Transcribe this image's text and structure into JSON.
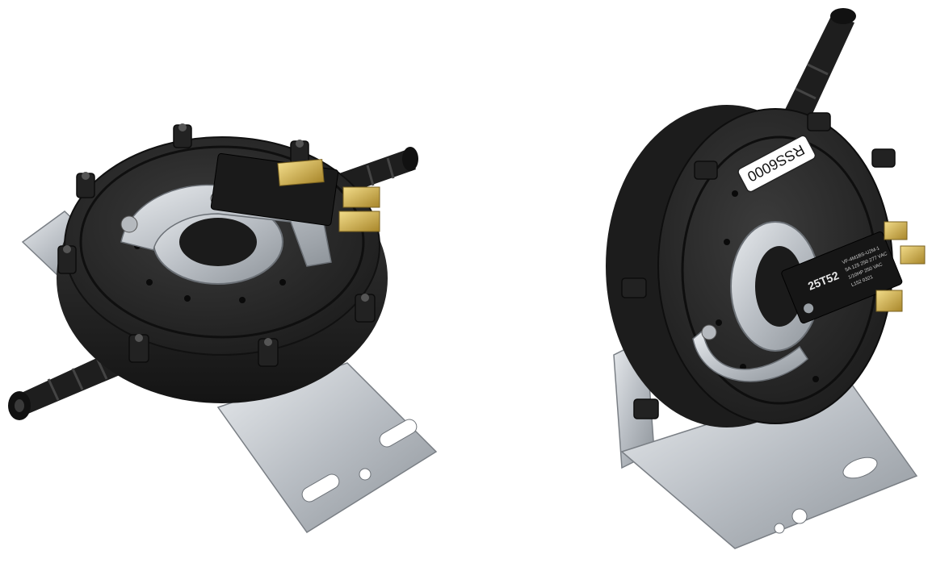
{
  "products": [
    {
      "name": "pressure-switch-left",
      "switch_label": "",
      "colors": {
        "housing": "#2b2b2b",
        "metal": "#c9cdd2",
        "brass": "#c9a642"
      }
    },
    {
      "name": "pressure-switch-right",
      "housing_label": "RSS6000",
      "switch_label": "25T52",
      "switch_fine_print": [
        "VF-4M1BS-U2M-1",
        "5A 125 250 277 VAC",
        "1/10HP 250 VAC",
        "L152   0321"
      ],
      "colors": {
        "housing": "#2b2b2b",
        "metal": "#c9cdd2",
        "brass": "#c9a642",
        "label_bg": "#ffffff"
      }
    }
  ]
}
